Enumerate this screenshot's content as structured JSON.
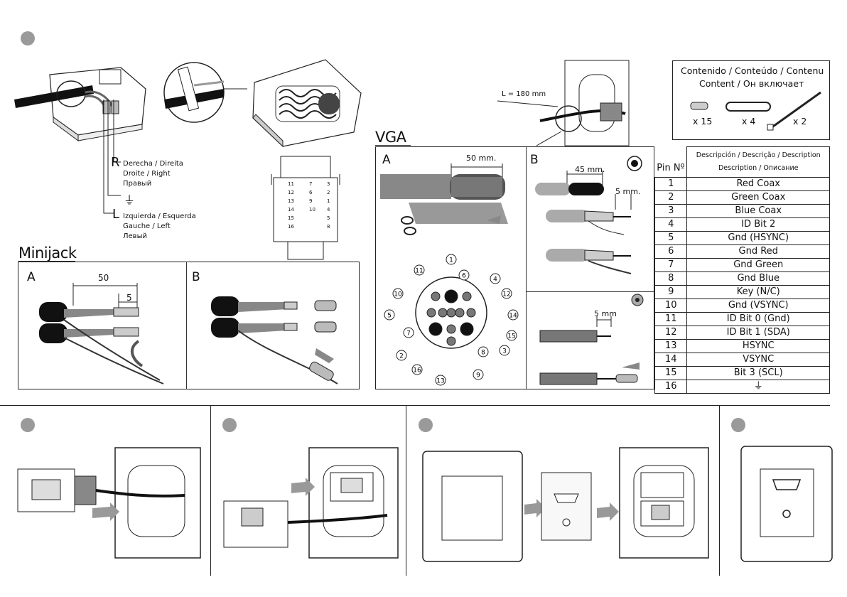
{
  "wires": {
    "R_letter": "R",
    "R_text": [
      "Derecha / Direita",
      "Droite / Right",
      "Правый"
    ],
    "L_letter": "L",
    "L_text": [
      "Izquierda / Esquerda",
      "Gauche / Left",
      "Левый"
    ]
  },
  "minijack": {
    "title": "Minijack",
    "panel_a": "A",
    "panel_b": "B",
    "dim_50": "50",
    "dim_5": "5"
  },
  "vga": {
    "title": "VGA",
    "panel_a": "A",
    "panel_b": "B",
    "dim_50mm": "50 mm.",
    "dim_45mm": "45 mm.",
    "dim_5mm": "5 mm.",
    "dim_5mm_b": "5 mm",
    "cable_length": "L = 180 mm",
    "connector_numbers": [
      "1",
      "2",
      "3",
      "4",
      "5",
      "6",
      "7",
      "8",
      "9",
      "10",
      "11",
      "12",
      "13",
      "14",
      "15",
      "16"
    ]
  },
  "content": {
    "line1": "Contenido / Conteúdo / Contenu",
    "line2": "Content / Он включает",
    "items": [
      {
        "icon": "connector-sleeve-icon",
        "qty": "x 15"
      },
      {
        "icon": "cable-duct-icon",
        "qty": "x 4"
      },
      {
        "icon": "cable-tie-icon",
        "qty": "x 2"
      }
    ]
  },
  "pin_table": {
    "header_pin": "Pin Nº",
    "header_desc_1": "Descripción / Descrição / Description",
    "header_desc_2": "Description / Описание",
    "rows": [
      {
        "pin": "1",
        "desc": "Red Coax"
      },
      {
        "pin": "2",
        "desc": "Green Coax"
      },
      {
        "pin": "3",
        "desc": "Blue Coax"
      },
      {
        "pin": "4",
        "desc": "ID Bit 2"
      },
      {
        "pin": "5",
        "desc": "Gnd (HSYNC)"
      },
      {
        "pin": "6",
        "desc": "Gnd Red"
      },
      {
        "pin": "7",
        "desc": "Gnd Green"
      },
      {
        "pin": "8",
        "desc": "Gnd Blue"
      },
      {
        "pin": "9",
        "desc": "Key (N/C)"
      },
      {
        "pin": "10",
        "desc": "Gnd (VSYNC)"
      },
      {
        "pin": "11",
        "desc": "ID Bit 0 (Gnd)"
      },
      {
        "pin": "12",
        "desc": "ID Bit 1 (SDA)"
      },
      {
        "pin": "13",
        "desc": "HSYNC"
      },
      {
        "pin": "14",
        "desc": "VSYNC"
      },
      {
        "pin": "15",
        "desc": "Bit 3 (SCL)"
      },
      {
        "pin": "16",
        "desc": "⏚"
      }
    ]
  },
  "terminal_labels": {
    "left": [
      "11",
      "12",
      "13",
      "14",
      "15",
      "16"
    ],
    "middle": [
      "7",
      "6",
      "9",
      "10",
      "",
      ""
    ],
    "right": [
      "3",
      "2",
      "1",
      "4",
      "5",
      "8"
    ]
  },
  "ground_symbol": "⏚"
}
